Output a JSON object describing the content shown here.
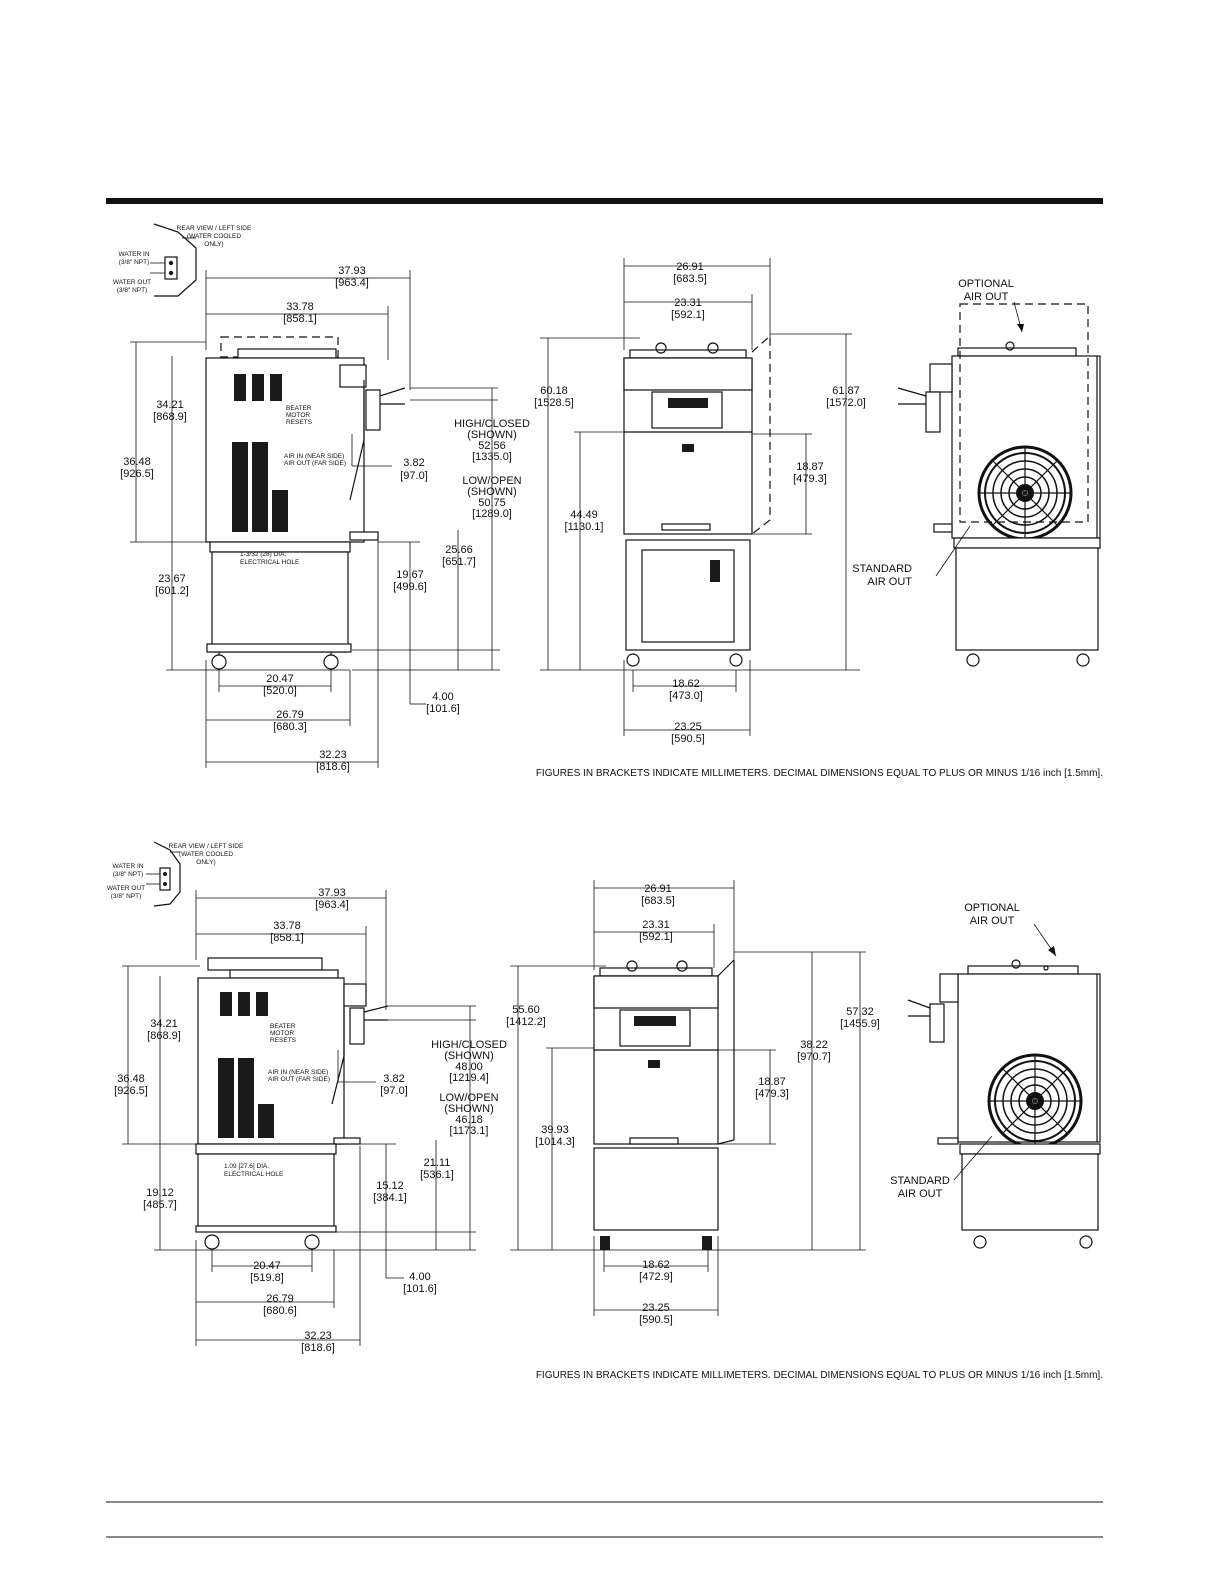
{
  "top": {
    "inset_caption": "REAR VIEW / LEFT SIDE\n(WATER COOLED\nONLY)",
    "water_in": "WATER IN\n(3/8\" NPT)",
    "water_out": "WATER OUT\n(3/8\" NPT)",
    "beater_motor_resets": "BEATER\nMOTOR\nRESETS",
    "air_label": "AIR IN (NEAR SIDE)\nAIR OUT (FAR SIDE)",
    "electrical_hole": "1-3/32 (28) DIA.\nELECTRICAL HOLE",
    "high_closed": "HIGH/CLOSED\n(SHOWN)\n52.56\n[1335.0]",
    "low_open": "LOW/OPEN\n(SHOWN)\n50.75\n[1289.0]",
    "optional_air_out": "OPTIONAL\nAIR OUT",
    "standard_air_out": "STANDARD\nAIR OUT",
    "dims": {
      "d1": "37.93\n[963.4]",
      "d2": "33.78\n[858.1]",
      "d3": "34.21\n[868.9]",
      "d4": "36.48\n[926.5]",
      "d5": "3.82\n[97.0]",
      "d6": "25.66\n[651.7]",
      "d7": "19.67\n[499.6]",
      "d8": "23.67\n[601.2]",
      "d9": "20.47\n[520.0]",
      "d10": "4.00\n[101.6]",
      "d11": "26.79\n[680.3]",
      "d12": "32.23\n[818.6]",
      "f1": "26.91\n[683.5]",
      "f2": "23.31\n[592.1]",
      "f3": "60.18\n[1528.5]",
      "f4": "44.49\n[1130.1]",
      "f5": "18.87\n[479.3]",
      "f6": "61.87\n[1572.0]",
      "f7": "18.62\n[473.0]",
      "f8": "23.25\n[590.5]"
    },
    "note": "FIGURES IN BRACKETS INDICATE MILLIMETERS.  DECIMAL DIMENSIONS EQUAL TO PLUS OR MINUS 1/16 inch [1.5mm]."
  },
  "bottom": {
    "inset_caption": "REAR VIEW / LEFT SIDE\n(WATER COOLED\nONLY)",
    "water_in": "WATER IN\n(3/8\" NPT)",
    "water_out": "WATER OUT\n(3/8\" NPT)",
    "beater_motor_resets": "BEATER\nMOTOR\nRESETS",
    "air_label": "AIR IN (NEAR SIDE)\nAIR OUT (FAR SIDE)",
    "electrical_hole": "1.09 [27.6] DIA.\nELECTRICAL HOLE",
    "high_closed": "HIGH/CLOSED\n(SHOWN)\n48.00\n[1219.4]",
    "low_open": "LOW/OPEN\n(SHOWN)\n46.18\n[1173.1]",
    "optional_air_out": "OPTIONAL\nAIR OUT",
    "standard_air_out": "STANDARD\nAIR OUT",
    "dims": {
      "d1": "37.93\n[963.4]",
      "d2": "33.78\n[858.1]",
      "d3": "34.21\n[868.9]",
      "d4": "36.48\n[926.5]",
      "d5": "3.82\n[97.0]",
      "d6": "21.11\n[536.1]",
      "d7": "15.12\n[384.1]",
      "d8": "19.12\n[485.7]",
      "d9": "20.47\n[519.8]",
      "d10": "4.00\n[101.6]",
      "d11": "26.79\n[680.6]",
      "d12": "32.23\n[818.6]",
      "f1": "26.91\n[683.5]",
      "f2": "23.31\n[592.1]",
      "f3": "55.60\n[1412.2]",
      "f4": "39.93\n[1014.3]",
      "f5": "18.87\n[479.3]",
      "f6": "38.22\n[970.7]",
      "f7": "18.62\n[472.9]",
      "f8": "23.25\n[590.5]",
      "f9": "57.32\n[1455.9]"
    },
    "note": "FIGURES IN BRACKETS INDICATE MILLIMETERS.  DECIMAL DIMENSIONS EQUAL TO PLUS OR MINUS 1/16 inch [1.5mm]."
  }
}
